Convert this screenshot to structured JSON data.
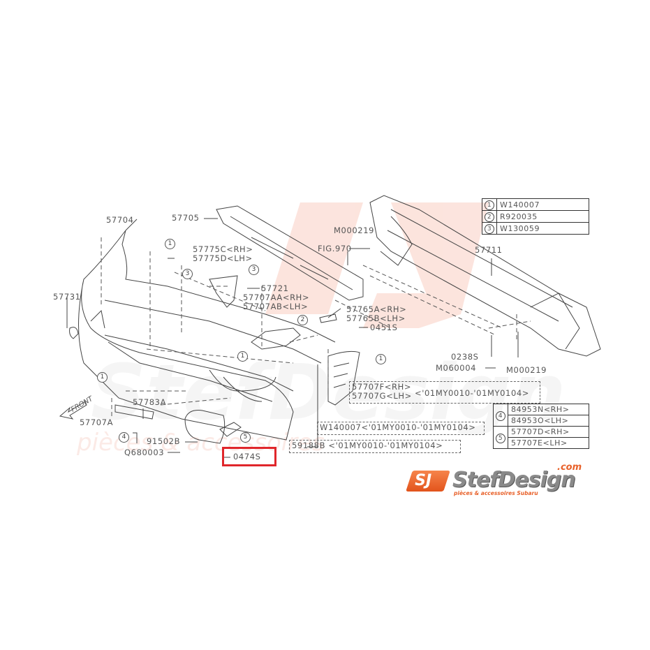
{
  "diagram": {
    "title": "Front bumper assembly parts diagram",
    "watermark": {
      "brand": "StefDesign",
      "tagline": "pièces & accessoires Subaru",
      "color": "#f6c5b8"
    },
    "front_indicator": "FRONT",
    "labels": {
      "p57704": "57704",
      "p57705": "57705",
      "p57731": "57731",
      "p57775C": "57775C<RH>",
      "p57775D": "57775D<LH>",
      "p57721": "57721",
      "p57707AA": "57707AA<RH>",
      "p57707AB": "57707AB<LH>",
      "pM000219_top": "M000219",
      "pFIG970": "FIG.970",
      "p57711": "57711",
      "p57765A": "57765A<RH>",
      "p57765B": "57765B<LH>",
      "p0451S": "0451S",
      "p0238S": "0238S",
      "pM060004": "M060004",
      "pM000219_bot": "M000219",
      "p57707F": "57707F<RH>",
      "p57707G": "57707G<LH>",
      "p57707FG_range": "<'01MY0010-'01MY0104>",
      "pW140007": "W140007<'01MY0010-'01MY0104>",
      "p59188B": "59188B <'01MY0010-'01MY0104>",
      "p57783A": "57783A",
      "p57707A": "57707A",
      "p91502B": "91502B",
      "pQ680003": "Q680003",
      "p0474S": "0474S"
    },
    "callouts": {
      "c1": "1",
      "c2": "2",
      "c3": "3",
      "c4": "4",
      "c5": "5"
    },
    "legend_top": [
      {
        "num": "1",
        "part": "W140007"
      },
      {
        "num": "2",
        "part": "R920035"
      },
      {
        "num": "3",
        "part": "W130059"
      }
    ],
    "legend_bottom": [
      {
        "num": "4",
        "parts": [
          "84953N<RH>",
          "84953O<LH>"
        ]
      },
      {
        "num": "5",
        "parts": [
          "57707D<RH>",
          "57707E<LH>"
        ]
      }
    ],
    "highlight": {
      "part": "0474S",
      "color": "#e0262b"
    }
  },
  "logo": {
    "mark": "SJ",
    "brand": "StefDesign",
    "dotcom": ".com",
    "tagline": "pièces & accessoires Subaru"
  }
}
